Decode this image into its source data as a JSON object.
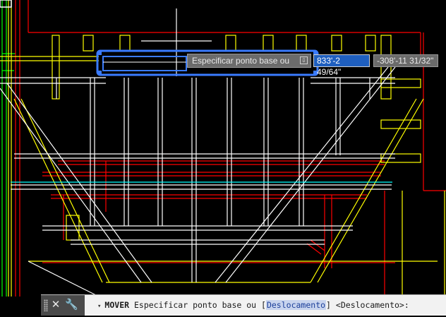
{
  "tooltip": {
    "text": "Especificar ponto base ou",
    "icon": "arrow-down-icon"
  },
  "dynamic_input": {
    "x_value": "833'-2 49/64\"",
    "y_value": "-308'-11 31/32\""
  },
  "command_line": {
    "command": "MOVER",
    "prompt": "Especificar ponto base ou",
    "open_bracket": "[",
    "option": "Deslocamento",
    "close_bracket": "]",
    "default": "<Deslocamento>:",
    "close_label": "✕",
    "customize_label": "🔧",
    "expand_label": "▾"
  },
  "colors": {
    "background": "#000000",
    "white": "#ffffff",
    "yellow": "#ffff00",
    "red": "#ff0000",
    "green": "#00ff00",
    "cyan": "#00ffff",
    "selection": "#3a7bff",
    "command_bg": "#f2f2f2"
  }
}
